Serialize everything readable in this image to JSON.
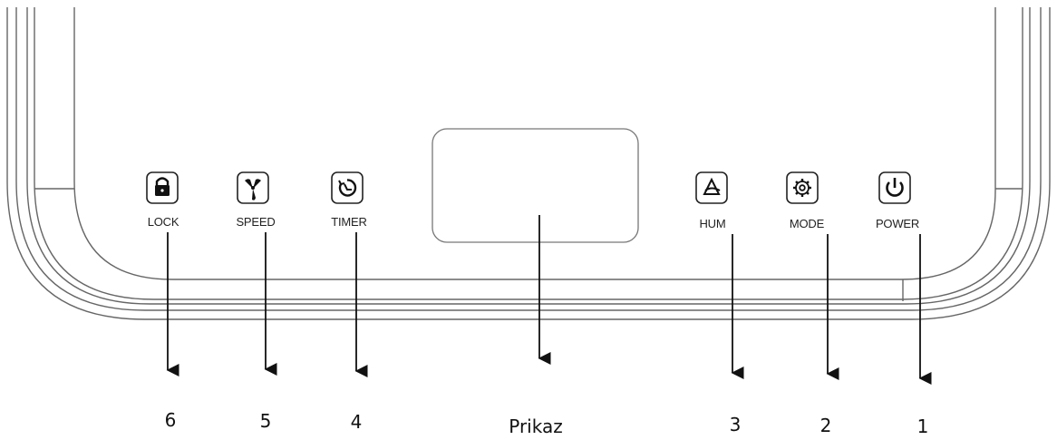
{
  "buttons": [
    {
      "key": "lock",
      "label": "LOCK",
      "icon": "lock-icon",
      "number": "6"
    },
    {
      "key": "speed",
      "label": "SPEED",
      "icon": "fan-icon",
      "number": "5"
    },
    {
      "key": "timer",
      "label": "TIMER",
      "icon": "timer-icon",
      "number": "4"
    },
    {
      "key": "hum",
      "label": "HUM",
      "icon": "droplet-icon",
      "number": "3"
    },
    {
      "key": "mode",
      "label": "MODE",
      "icon": "gear-icon",
      "number": "2"
    },
    {
      "key": "power",
      "label": "POWER",
      "icon": "power-icon",
      "number": "1"
    }
  ],
  "display": {
    "label": "Prikaz"
  },
  "colors": {
    "line": "#222222",
    "outline": "#555555"
  }
}
